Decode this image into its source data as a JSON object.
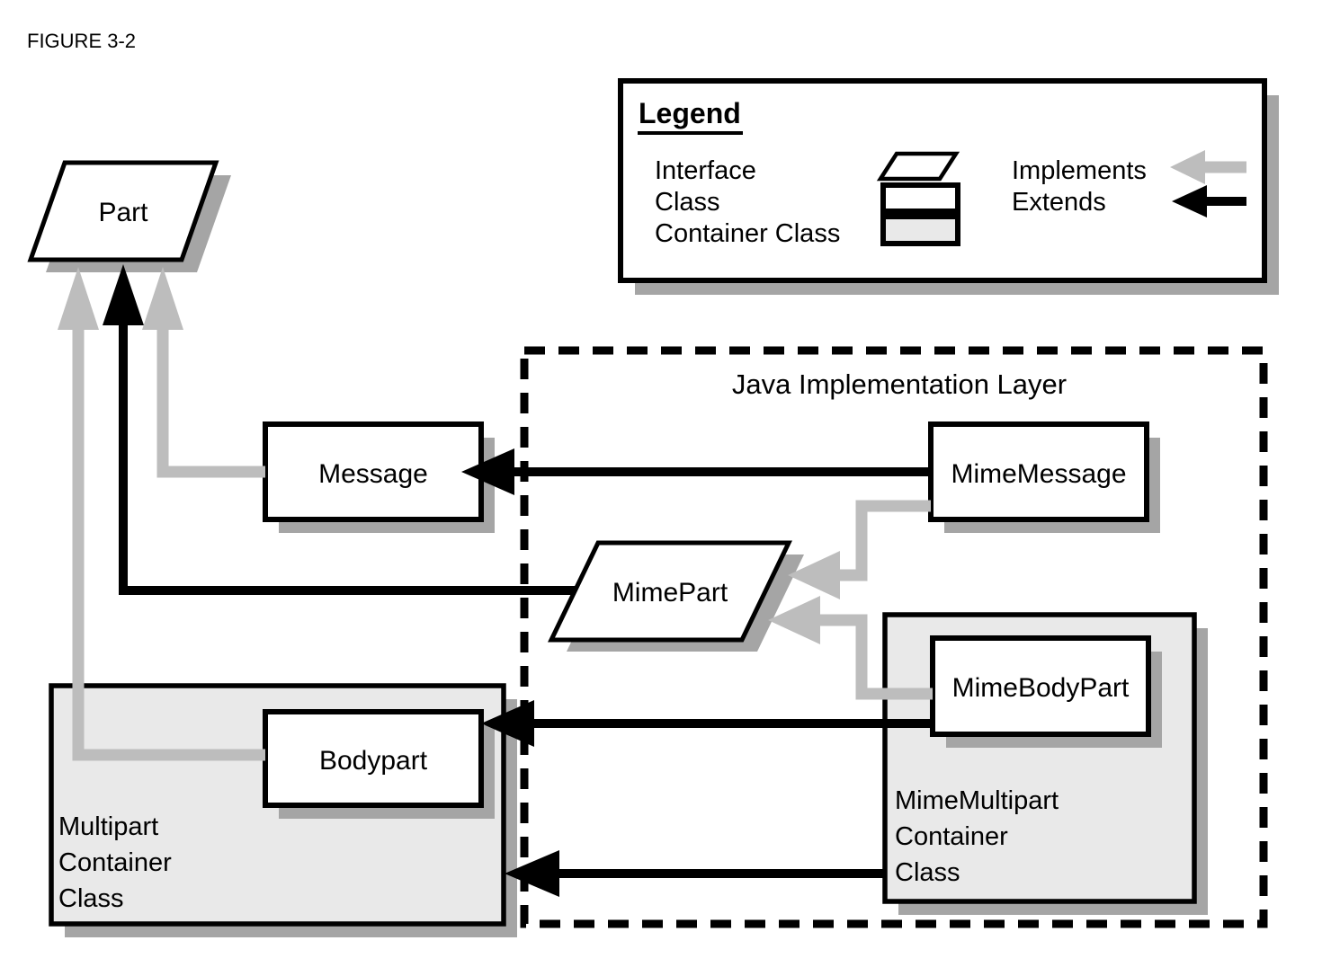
{
  "figure_label": "FIGURE 3-2",
  "colors": {
    "ink": "#000000",
    "white": "#ffffff",
    "container": "#e9e9e9",
    "shadow": "#a5a5a5",
    "implements": "#bdbdbd",
    "bg": "#ffffff"
  },
  "legend": {
    "title": "Legend",
    "items": [
      {
        "label": "Interface",
        "symbol": "parallelogram"
      },
      {
        "label": "Class",
        "symbol": "white-rectangle"
      },
      {
        "label": "Container Class",
        "symbol": "gray-rectangle"
      }
    ],
    "arrows": [
      {
        "label": "Implements",
        "style": "gray-arrow"
      },
      {
        "label": "Extends",
        "style": "black-arrow"
      }
    ]
  },
  "layer": {
    "title": "Java Implementation Layer"
  },
  "nodes": {
    "part": {
      "label": "Part",
      "type": "interface"
    },
    "message": {
      "label": "Message",
      "type": "class"
    },
    "bodypart": {
      "label": "Bodypart",
      "type": "class"
    },
    "multipart": {
      "type": "container-class",
      "lines": [
        "Multipart",
        "Container",
        "Class"
      ]
    },
    "mime_message": {
      "label": "MimeMessage",
      "type": "class"
    },
    "mime_part": {
      "label": "MimePart",
      "type": "interface"
    },
    "mime_body_part": {
      "label": "MimeBodyPart",
      "type": "class"
    },
    "mime_multipart": {
      "type": "container-class",
      "lines": [
        "MimeMultipart",
        "Container",
        "Class"
      ]
    }
  },
  "relationships": [
    {
      "from": "Message",
      "to": "Part",
      "type": "implements"
    },
    {
      "from": "Bodypart",
      "to": "Part",
      "type": "implements"
    },
    {
      "from": "MimePart",
      "to": "Part",
      "type": "extends"
    },
    {
      "from": "MimeMessage",
      "to": "Message",
      "type": "extends"
    },
    {
      "from": "MimeMessage",
      "to": "MimePart",
      "type": "implements"
    },
    {
      "from": "MimeBodyPart",
      "to": "Bodypart",
      "type": "extends"
    },
    {
      "from": "MimeBodyPart",
      "to": "MimePart",
      "type": "implements"
    },
    {
      "from": "MimeMultipart",
      "to": "Multipart",
      "type": "extends"
    }
  ]
}
